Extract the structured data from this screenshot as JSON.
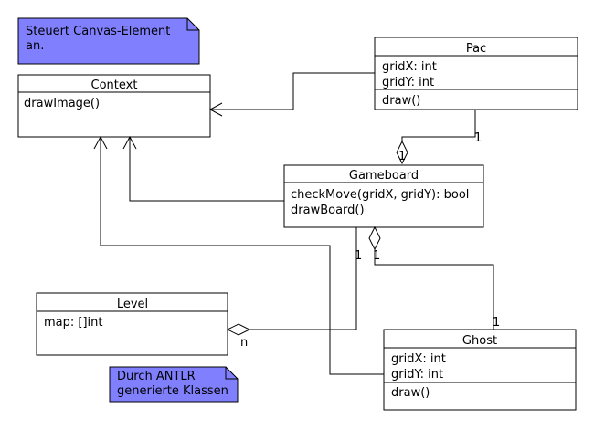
{
  "notes": {
    "canvas": {
      "line1": "Steuert Canvas-Element",
      "line2": "an."
    },
    "antlr": {
      "line1": "Durch ANTLR",
      "line2": "generierte Klassen"
    }
  },
  "classes": {
    "context": {
      "name": "Context",
      "methods": [
        "drawImage()"
      ]
    },
    "pac": {
      "name": "Pac",
      "attributes": [
        "gridX: int",
        "gridY: int"
      ],
      "methods": [
        "draw()"
      ]
    },
    "gameboard": {
      "name": "Gameboard",
      "methods": [
        "checkMove(gridX, gridY): bool",
        "drawBoard()"
      ]
    },
    "level": {
      "name": "Level",
      "attributes": [
        "map: []int"
      ]
    },
    "ghost": {
      "name": "Ghost",
      "attributes": [
        "gridX: int",
        "gridY: int"
      ],
      "methods": [
        "draw()"
      ]
    }
  },
  "multiplicities": {
    "pac_end": "1",
    "pac_gameboard_end": "1",
    "gameboard_level_end": "1",
    "level_end": "n",
    "gameboard_ghost_end": "1",
    "ghost_end": "1"
  },
  "colors": {
    "note_fill": "#8080ff",
    "stroke": "#000000",
    "background": "#ffffff"
  }
}
